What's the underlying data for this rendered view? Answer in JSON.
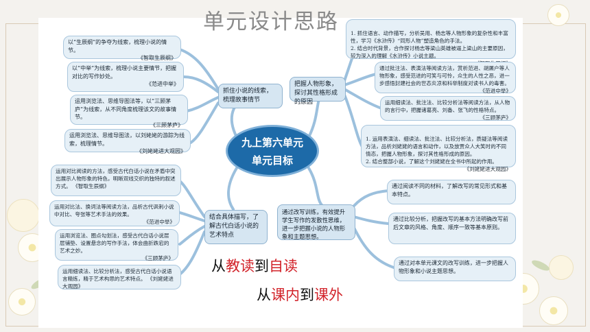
{
  "title": "单元设计思路",
  "center": {
    "line1": "九上第六单元",
    "line2": "单元目标"
  },
  "branches": {
    "plot": "抓住小说的线索，梳理故事情节",
    "character": "把握人物形象，探讨其性格形成的原因",
    "art": "结合具体描写，了解古代白话小说的艺术特点",
    "rewrite": "通过改写训练，有效提升学生写作的发散性思维，进一步把握小说的人物形象和主题思想。"
  },
  "left_top": [
    {
      "text": "以“生辰纲”的争夺为线索，梳理小说的情节。",
      "source": "《智取生辰纲》"
    },
    {
      "text": "以“中举”为线索，梳理小说主要情节，把握对比的写作妙处。",
      "source": "《范进中举》"
    },
    {
      "text": "运用浏览法、思维导图法等，以“三顾茅庐”为线索，从不同角度梳理该文的故事情节。",
      "source": "《三顾茅庐》"
    },
    {
      "text": "运用浏览法、思维导图法，以刘姥姥的游踪为线索，梳理情节。",
      "source": "《刘姥姥进大观园》"
    }
  ],
  "left_bottom": [
    {
      "text": "运用对比阅读的方法，感受古代白话小说在矛盾中突出展示人物形象的特色，明晰双线交织的独特的叙述方式。",
      "source": "《智取生辰纲》"
    },
    {
      "text": "运用对比法、换词法等阅读方法，品析古代讽刺小说中对比、夸张等艺术手法的效果。",
      "source": "《范进中举》"
    },
    {
      "text": "运用浏览法、圈点勾划法，感受古代白话小说层层铺垫、设置悬念的写作手法，体会曲折跌宕的艺术之妙。",
      "source": "《三顾茅庐》"
    },
    {
      "text": "运用细读法、比较分析法，感受古代白话小说语言精炼，精于艺术构思的艺术特点。",
      "source": "《刘姥姥进大观园》"
    }
  ],
  "right_top": [
    {
      "text": "1. 抓住语言、动作描写，分析吴用、杨志等人物形象的复杂性和丰富性，学习《水浒传》“同形人物”塑造角色的手法。\n2. 结合时代背景，合作探讨杨志等梁山英雄被逼上梁山的主要原因，较为深入的理解《水浒传》小说主题。",
      "source": "《智取生辰纲》"
    },
    {
      "text": "通过批注法、表演法等阅读方法，赏析范进、胡屠户等人物形象，感受范进的可笑与可怜，众生的人性之恶，进一步感悟封建社会的世态炎凉和科举制度对读书人的毒害。",
      "source": "《范进中举》"
    },
    {
      "text": "运用细读法、批注法、比较分析法等阅读方法，从人物的言行中，把握诸葛亮、刘备、张飞的性格特点。",
      "source": "《三顾茅庐》"
    },
    {
      "text": "1. 运用表演法、细读法、批注法、比较分析法，质疑法等阅读方法，品析刘姥姥的语言和动作，以及放贾众人大笑时的不同情态，把握人物形象，探讨其性格形成的原因。\n2. 结合整部小说，了解这个刘姥姥在全书中所起的作用。",
      "source": "《刘姥姥进大观园》"
    }
  ],
  "right_bottom": [
    {
      "text": "通过阅读不同的材料，了解改写的常见形式和基本特点。"
    },
    {
      "text": "通过比较分析，把握改写的基本方法明确改写前后文章的风格、角度、顺序一致等基本原则。"
    },
    {
      "text": "通过对本单元课文的改写训练，进一步把握人物形象和小说主题思想。"
    }
  ],
  "slogan1": {
    "p1": "从",
    "p2": "教读",
    "p3": "到",
    "p4": "自读"
  },
  "slogan2": {
    "p1": "从",
    "p2": "课内",
    "p3": "到",
    "p4": "课外"
  }
}
